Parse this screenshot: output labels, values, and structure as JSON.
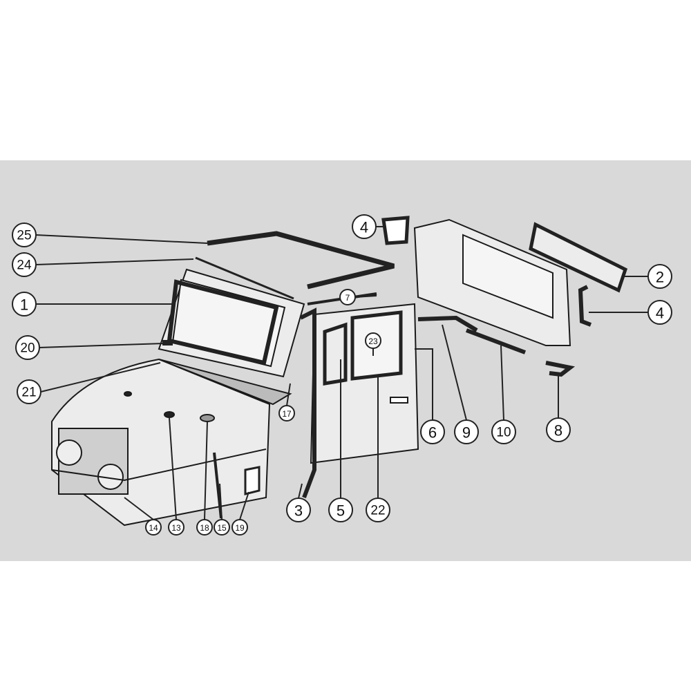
{
  "colors": {
    "panel_background": "#d9d9d9",
    "outline": "#1a1a1a",
    "seal": "#222222",
    "body_fill": "#ececec"
  },
  "callouts": [
    {
      "label": "25",
      "size": "large",
      "part": "roof-seal"
    },
    {
      "label": "24",
      "size": "large",
      "part": "windshield-top-strip"
    },
    {
      "label": "1",
      "size": "large",
      "part": "windshield-seal"
    },
    {
      "label": "20",
      "size": "large",
      "part": "cowl-seal"
    },
    {
      "label": "21",
      "size": "large",
      "part": "hood-seal"
    },
    {
      "label": "17",
      "size": "small",
      "part": "cowl-corner-seal"
    },
    {
      "label": "14",
      "size": "small",
      "part": "grille-seal"
    },
    {
      "label": "13",
      "size": "small",
      "part": "hood-bumper"
    },
    {
      "label": "18",
      "size": "small",
      "part": "hood-pad"
    },
    {
      "label": "15",
      "size": "small",
      "part": "fender-seal"
    },
    {
      "label": "19",
      "size": "small",
      "part": "vent-seal"
    },
    {
      "label": "3",
      "size": "large",
      "part": "door-seal"
    },
    {
      "label": "5",
      "size": "large",
      "part": "vent-window-seal"
    },
    {
      "label": "22",
      "size": "large",
      "part": "window-channel"
    },
    {
      "label": "6",
      "size": "large",
      "part": "door-window-seal"
    },
    {
      "label": "9",
      "size": "large",
      "part": "cab-side-seal"
    },
    {
      "label": "10",
      "size": "large",
      "part": "cab-bottom-strip"
    },
    {
      "label": "8",
      "size": "large",
      "part": "corner-seal"
    },
    {
      "label": "4",
      "size": "large",
      "part": "quarter-window-seal"
    },
    {
      "label": "2",
      "size": "large",
      "part": "rear-window-seal"
    },
    {
      "label": "4",
      "size": "large",
      "part": "rear-side-seal"
    },
    {
      "label": "7",
      "size": "small",
      "part": "door-top-seal"
    },
    {
      "label": "23",
      "size": "small",
      "part": "window-glass-seal"
    }
  ]
}
